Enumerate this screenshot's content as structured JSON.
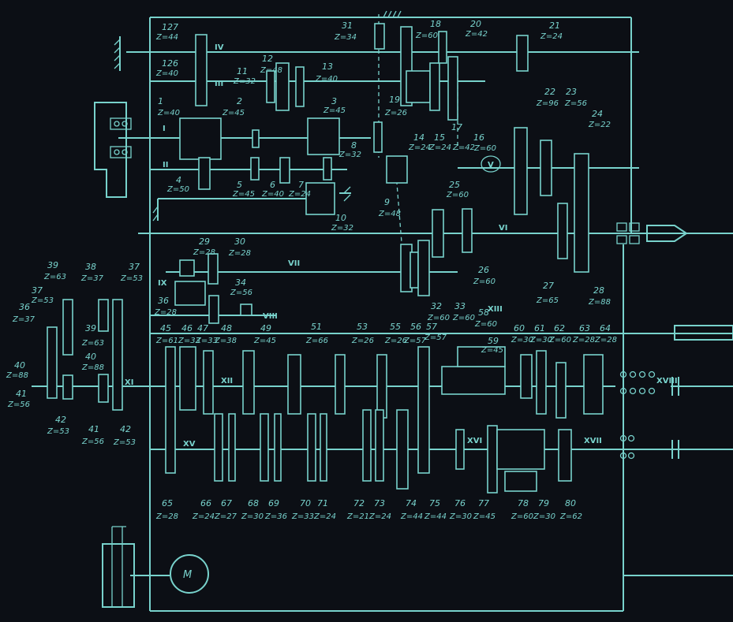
{
  "colors": {
    "background": "#0c0f15",
    "lines": "#78d2cc"
  },
  "motor_label": "M",
  "shafts": [
    {
      "id": "IV",
      "label": "IV"
    },
    {
      "id": "III",
      "label": "III"
    },
    {
      "id": "I",
      "label": "I"
    },
    {
      "id": "II",
      "label": "II"
    },
    {
      "id": "V",
      "label": "V"
    },
    {
      "id": "VI",
      "label": "VI"
    },
    {
      "id": "VII",
      "label": "VII"
    },
    {
      "id": "IX",
      "label": "IX"
    },
    {
      "id": "VIII",
      "label": "VIII"
    },
    {
      "id": "XIII",
      "label": "XIII"
    },
    {
      "id": "XII",
      "label": "XII"
    },
    {
      "id": "XI",
      "label": "XI"
    },
    {
      "id": "XVIII",
      "label": "XVIII"
    },
    {
      "id": "XV",
      "label": "XV"
    },
    {
      "id": "XVI",
      "label": "XVI"
    },
    {
      "id": "XVII",
      "label": "XVII"
    }
  ],
  "gears": [
    {
      "num": "127",
      "z": "Z=44"
    },
    {
      "num": "126",
      "z": "Z=40"
    },
    {
      "num": "1",
      "z": "Z=40"
    },
    {
      "num": "2",
      "z": "Z=45"
    },
    {
      "num": "3",
      "z": "Z=45"
    },
    {
      "num": "4",
      "z": "Z=50"
    },
    {
      "num": "5",
      "z": "Z=45"
    },
    {
      "num": "6",
      "z": "Z=40"
    },
    {
      "num": "7",
      "z": "Z=24"
    },
    {
      "num": "8",
      "z": "Z=32"
    },
    {
      "num": "9",
      "z": "Z=48"
    },
    {
      "num": "10",
      "z": "Z=32"
    },
    {
      "num": "11",
      "z": "Z=32"
    },
    {
      "num": "12",
      "z": "Z=48"
    },
    {
      "num": "13",
      "z": "Z=40"
    },
    {
      "num": "31",
      "z": "Z=34"
    },
    {
      "num": "18",
      "z": "Z=60"
    },
    {
      "num": "20",
      "z": "Z=42"
    },
    {
      "num": "21",
      "z": "Z=24"
    },
    {
      "num": "19",
      "z": "Z=26"
    },
    {
      "num": "14",
      "z": "Z=24"
    },
    {
      "num": "15",
      "z": "Z=24"
    },
    {
      "num": "17",
      "z": "Z=42"
    },
    {
      "num": "16",
      "z": "Z=60"
    },
    {
      "num": "22",
      "z": "Z=96"
    },
    {
      "num": "23",
      "z": "Z=56"
    },
    {
      "num": "24",
      "z": "Z=22"
    },
    {
      "num": "25",
      "z": "Z=60"
    },
    {
      "num": "26",
      "z": "Z=60"
    },
    {
      "num": "27",
      "z": "Z=65"
    },
    {
      "num": "28",
      "z": "Z=88"
    },
    {
      "num": "29",
      "z": "Z=28"
    },
    {
      "num": "30",
      "z": "Z=28"
    },
    {
      "num": "34",
      "z": "Z=56"
    },
    {
      "num": "36",
      "z": "Z=28"
    },
    {
      "num": "32",
      "z": "Z=60"
    },
    {
      "num": "33",
      "z": "Z=60"
    },
    {
      "num": "58",
      "z": "Z=60"
    },
    {
      "num": "39",
      "z": "Z=63"
    },
    {
      "num": "38",
      "z": "Z=37"
    },
    {
      "num": "37",
      "z": "Z=53"
    },
    {
      "num": "37",
      "z": "Z=53"
    },
    {
      "num": "36",
      "z": "Z=37"
    },
    {
      "num": "39",
      "z": "Z=63"
    },
    {
      "num": "40",
      "z": "Z=88"
    },
    {
      "num": "40",
      "z": "Z=88"
    },
    {
      "num": "41",
      "z": "Z=56"
    },
    {
      "num": "42",
      "z": "Z=53"
    },
    {
      "num": "41",
      "z": "Z=56"
    },
    {
      "num": "42",
      "z": "Z=53"
    },
    {
      "num": "45",
      "z": "Z=61"
    },
    {
      "num": "46",
      "z": "Z=33"
    },
    {
      "num": "47",
      "z": "Z=33"
    },
    {
      "num": "48",
      "z": "Z=38"
    },
    {
      "num": "49",
      "z": "Z=45"
    },
    {
      "num": "51",
      "z": "Z=66"
    },
    {
      "num": "53",
      "z": "Z=26"
    },
    {
      "num": "55",
      "z": "Z=26"
    },
    {
      "num": "56",
      "z": "Z=57"
    },
    {
      "num": "57",
      "z": "Z=57"
    },
    {
      "num": "59",
      "z": "Z=45"
    },
    {
      "num": "60",
      "z": "Z=30"
    },
    {
      "num": "61",
      "z": "Z=30"
    },
    {
      "num": "62",
      "z": "Z=60"
    },
    {
      "num": "63",
      "z": "Z=28"
    },
    {
      "num": "64",
      "z": "Z=28"
    },
    {
      "num": "65",
      "z": "Z=28"
    },
    {
      "num": "66",
      "z": "Z=24"
    },
    {
      "num": "67",
      "z": "Z=27"
    },
    {
      "num": "68",
      "z": "Z=30"
    },
    {
      "num": "69",
      "z": "Z=36"
    },
    {
      "num": "70",
      "z": "Z=33"
    },
    {
      "num": "71",
      "z": "Z=24"
    },
    {
      "num": "72",
      "z": "Z=21"
    },
    {
      "num": "73",
      "z": "Z=24"
    },
    {
      "num": "74",
      "z": "Z=44"
    },
    {
      "num": "75",
      "z": "Z=44"
    },
    {
      "num": "76",
      "z": "Z=30"
    },
    {
      "num": "77",
      "z": "Z=45"
    },
    {
      "num": "78",
      "z": "Z=60"
    },
    {
      "num": "79",
      "z": "Z=30"
    },
    {
      "num": "80",
      "z": "Z=62"
    }
  ]
}
